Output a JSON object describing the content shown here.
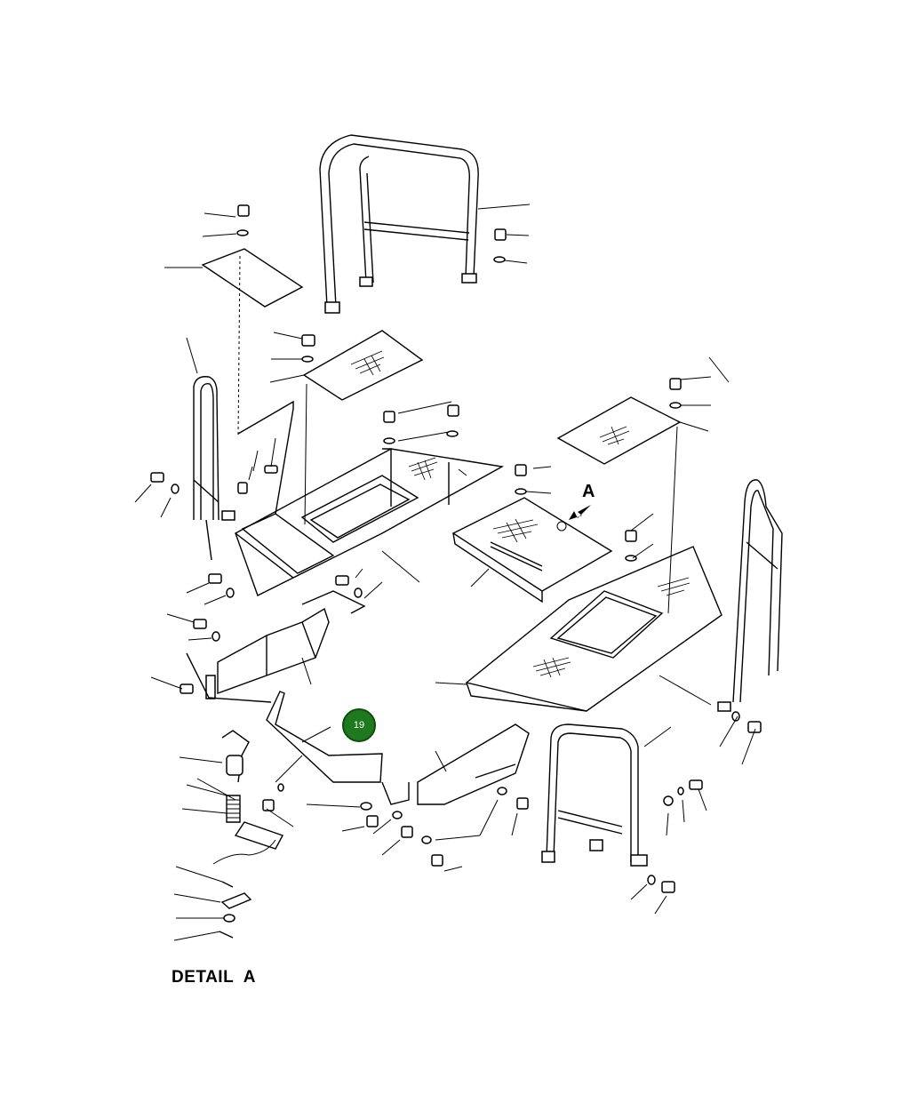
{
  "diagram": {
    "detail_label": "DETAIL  A",
    "view_marker": "A",
    "hotspot": {
      "label": "19",
      "color": "#1f7a1f"
    },
    "icons": [
      "arrow-icon"
    ]
  }
}
